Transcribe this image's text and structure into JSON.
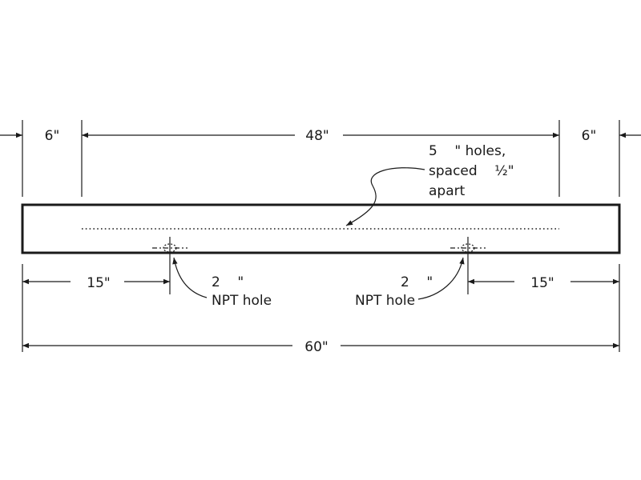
{
  "dimensions": {
    "left_end": "6\"",
    "hole_span": "48\"",
    "right_end": "6\"",
    "left_fitting": "15\"",
    "right_fitting": "15\"",
    "overall_length": "60\""
  },
  "notes": {
    "holes_line1": "5    \" holes,",
    "holes_line2": "spaced    ½\"",
    "holes_line3": "apart",
    "left_fitting_line1": "2    \"",
    "left_fitting_line2": "NPT hole",
    "right_fitting_line1": "2    \"",
    "right_fitting_line2": "NPT hole"
  },
  "colors": {
    "ink": "#1a1a1a",
    "background": "#ffffff"
  }
}
